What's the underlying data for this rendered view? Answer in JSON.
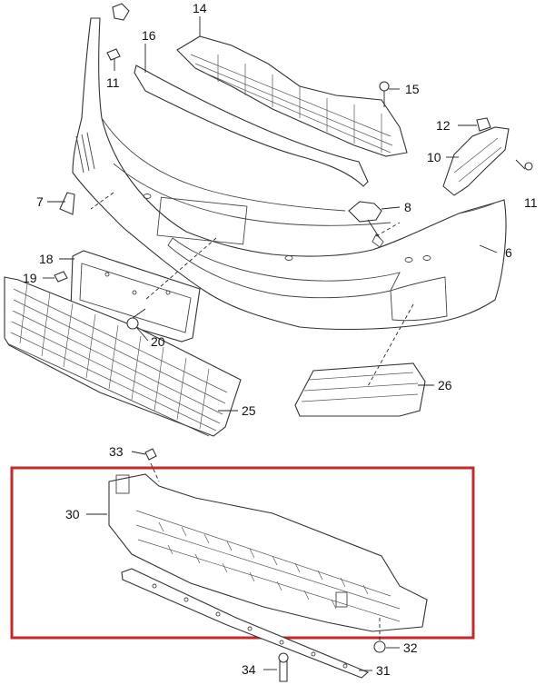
{
  "callouts": {
    "c6": "6",
    "c7": "7",
    "c8": "8",
    "c10": "10",
    "c11a": "11",
    "c11b": "11",
    "c12": "12",
    "c14": "14",
    "c15": "15",
    "c16": "16",
    "c18": "18",
    "c19": "19",
    "c20": "20",
    "c25": "25",
    "c26": "26",
    "c30": "30",
    "c31": "31",
    "c32": "32",
    "c33": "33",
    "c34": "34"
  },
  "colors": {
    "highlight": "#c42a2a",
    "line": "#333333",
    "background": "#ffffff"
  }
}
